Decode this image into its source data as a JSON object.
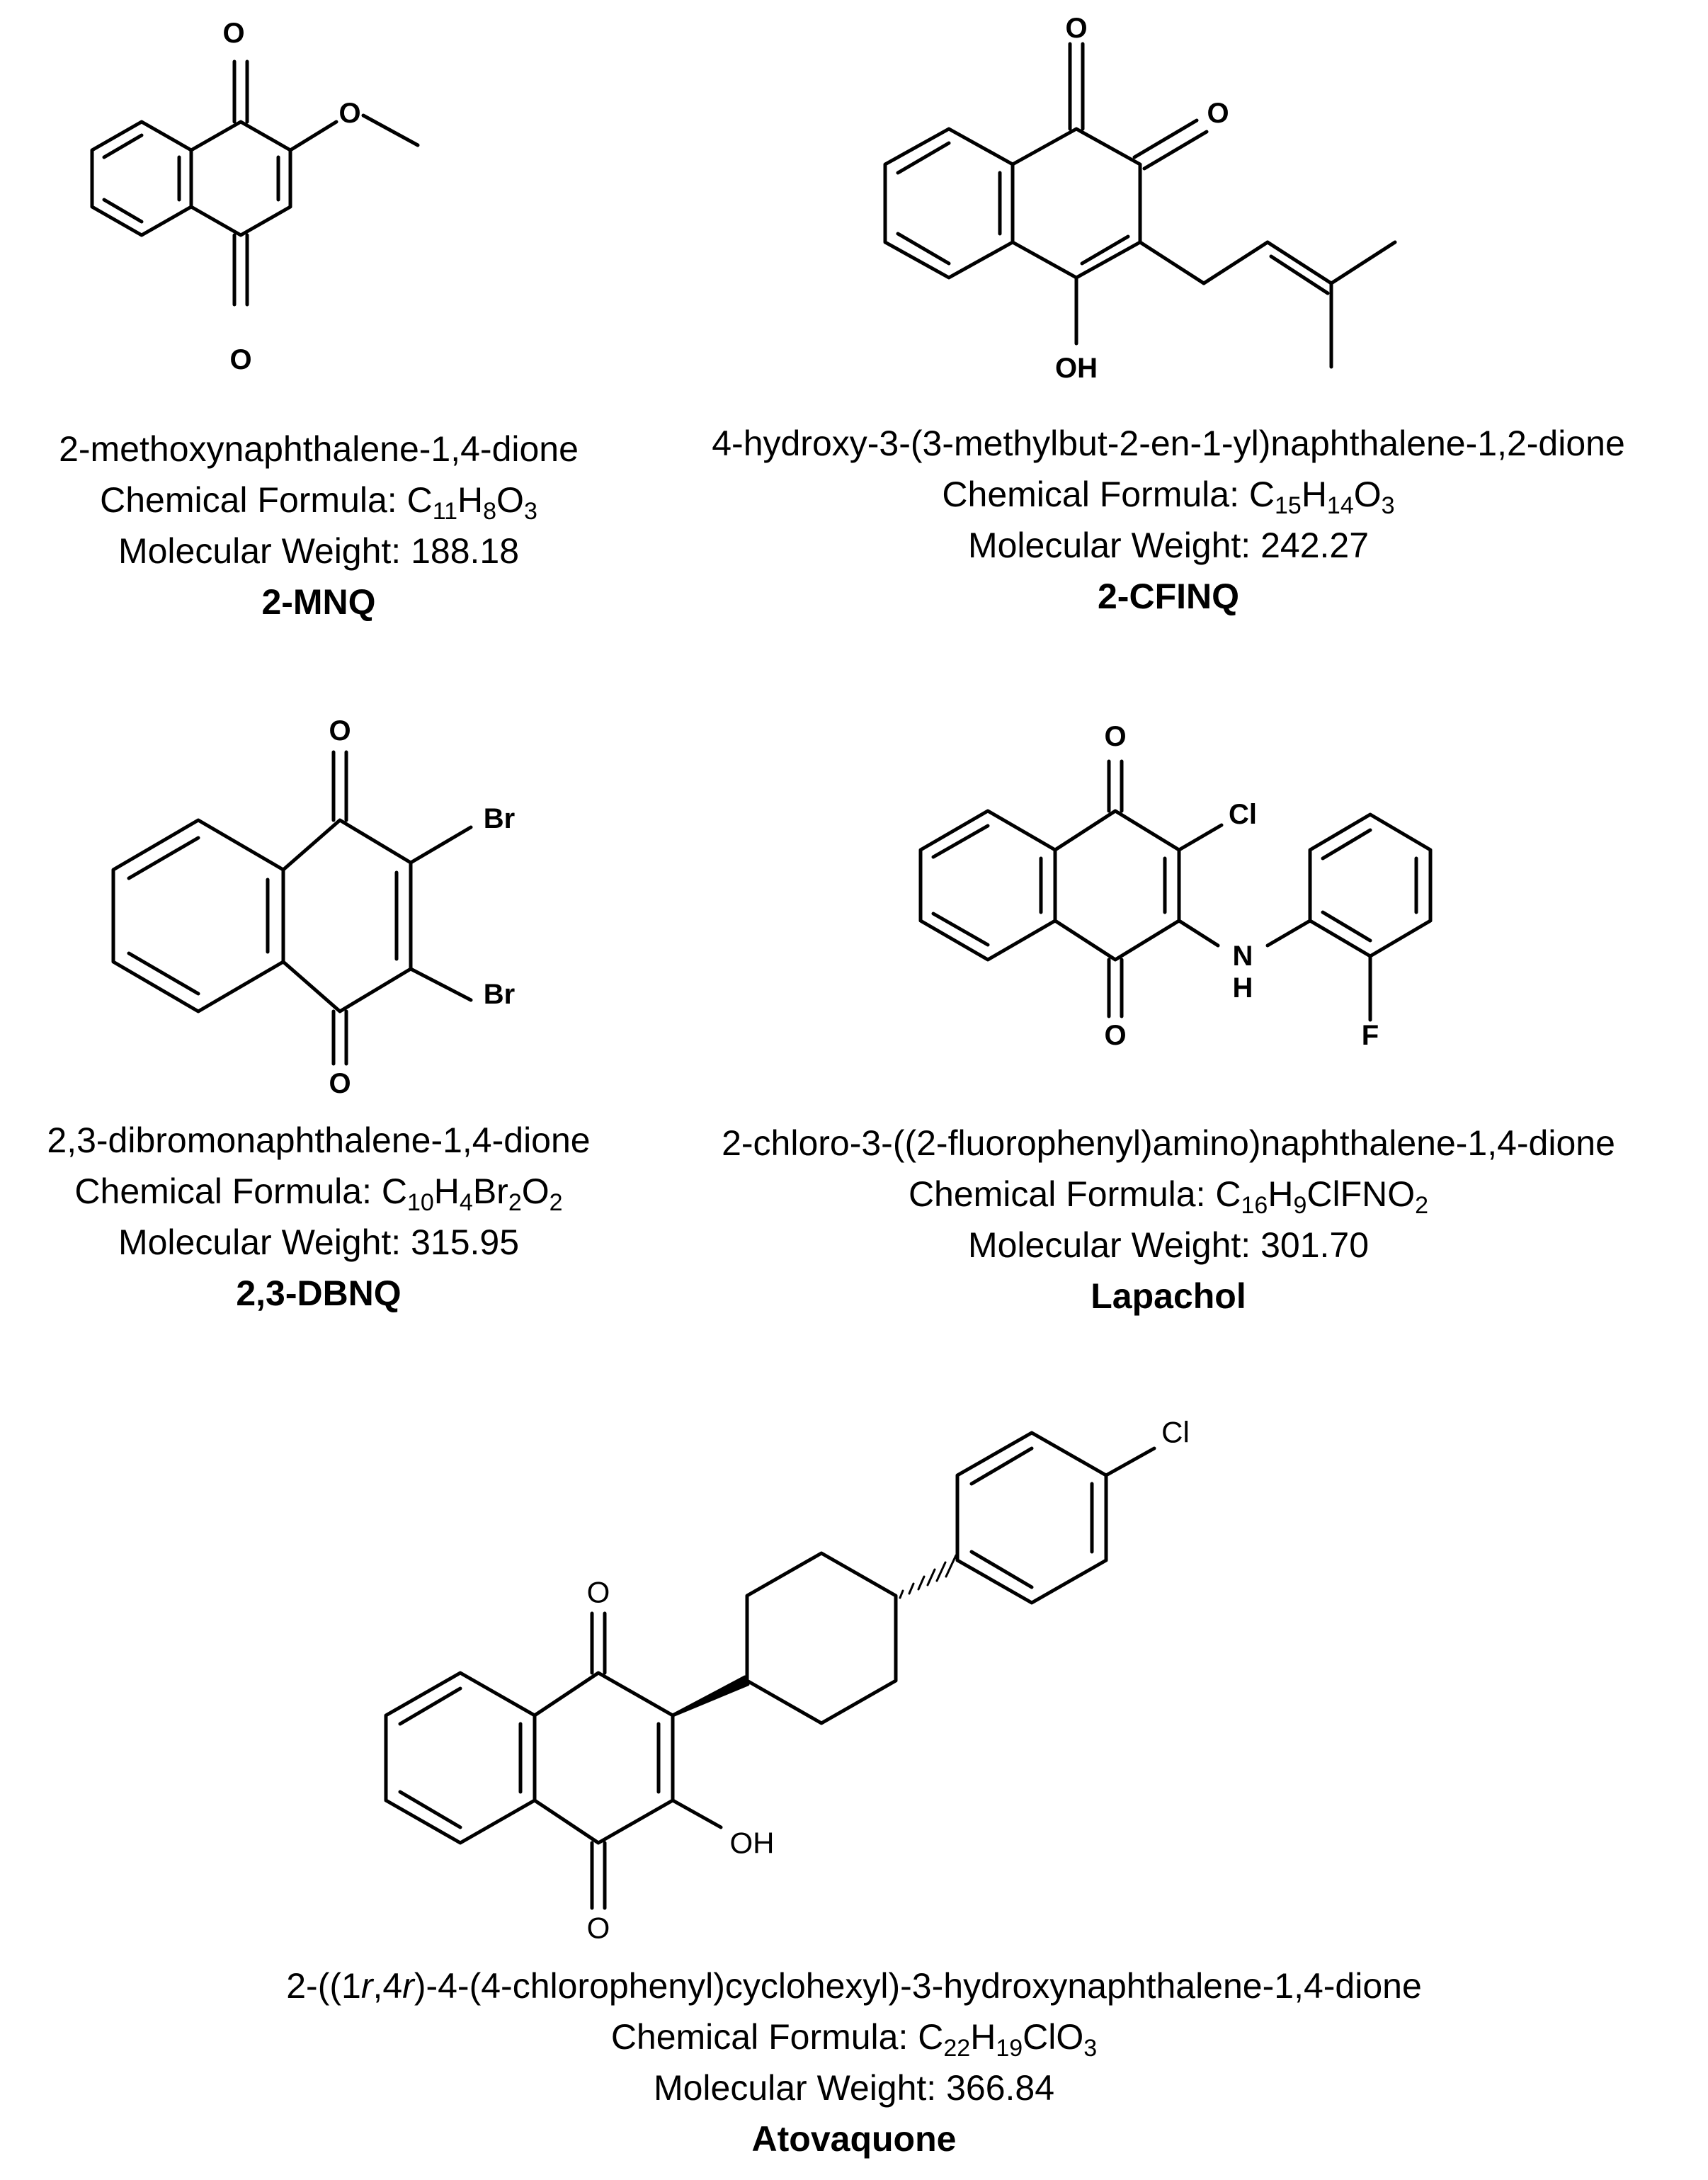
{
  "compounds": [
    {
      "name": "2-methoxynaphthalene-1,4-dione",
      "formula_prefix": "Chemical Formula: ",
      "formula": [
        [
          "C",
          "11"
        ],
        [
          "H",
          "8"
        ],
        [
          "O",
          "3"
        ]
      ],
      "weight": "Molecular Weight: 188.18",
      "code": "2-MNQ",
      "atoms": {
        "o_top": "O",
        "o_bottom": "O",
        "o_methoxy": "O"
      }
    },
    {
      "name": "4-hydroxy-3-(3-methylbut-2-en-1-yl)naphthalene-1,2-dione",
      "formula_prefix": "Chemical Formula: ",
      "formula": [
        [
          "C",
          "15"
        ],
        [
          "H",
          "14"
        ],
        [
          "O",
          "3"
        ]
      ],
      "weight": "Molecular Weight: 242.27",
      "code": "2-CFINQ",
      "atoms": {
        "o_top": "O",
        "o_side": "O",
        "oh": "OH"
      }
    },
    {
      "name": "2,3-dibromonaphthalene-1,4-dione",
      "formula_prefix": "Chemical Formula: ",
      "formula": [
        [
          "C",
          "10"
        ],
        [
          "H",
          "4"
        ],
        [
          "Br",
          "2"
        ],
        [
          "O",
          "2"
        ]
      ],
      "weight": "Molecular Weight: 315.95",
      "code": "2,3-DBNQ",
      "atoms": {
        "o_top": "O",
        "o_bottom": "O",
        "br_top": "Br",
        "br_bottom": "Br"
      }
    },
    {
      "name": "2-chloro-3-((2-fluorophenyl)amino)naphthalene-1,4-dione",
      "formula_prefix": "Chemical Formula: ",
      "formula": [
        [
          "C",
          "16"
        ],
        [
          "H",
          "9"
        ],
        [
          "ClFNO",
          "2"
        ]
      ],
      "weight": "Molecular Weight: 301.70",
      "code": "Lapachol",
      "atoms": {
        "o_top": "O",
        "o_bottom": "O",
        "cl": "Cl",
        "n": "N",
        "h": "H",
        "f": "F"
      }
    },
    {
      "name_parts": [
        "2-((1",
        "r",
        ",4",
        "r",
        ")-4-(4-chlorophenyl)cyclohexyl)-3-hydroxynaphthalene-1,4-dione"
      ],
      "formula_prefix": "Chemical Formula: ",
      "formula": [
        [
          "C",
          "22"
        ],
        [
          "H",
          "19"
        ],
        [
          "ClO",
          "3"
        ]
      ],
      "weight": "Molecular Weight: 366.84",
      "code": "Atovaquone",
      "atoms": {
        "o_top": "O",
        "o_bottom": "O",
        "oh": "OH",
        "cl": "Cl"
      }
    }
  ]
}
